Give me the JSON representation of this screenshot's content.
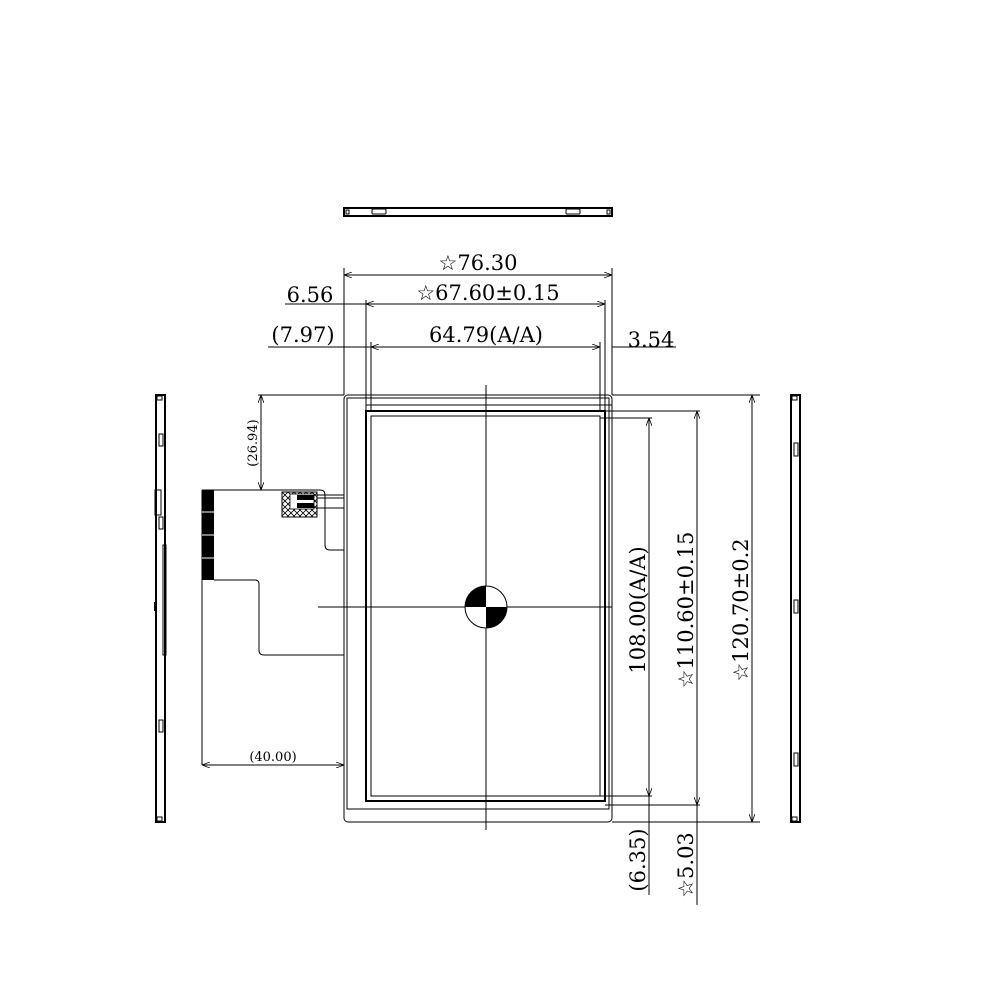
{
  "drawing": {
    "title": "LCD module outline drawing",
    "views": [
      "top-edge-view",
      "front-view",
      "left-side-view",
      "right-side-view"
    ]
  },
  "dimensions": {
    "outline_width": "☆76.30",
    "bezel_width": "☆67.60±0.15",
    "active_area_width": "64.79(A/A)",
    "left_margin_outline": "6.56",
    "left_margin_active": "(7.97)",
    "right_margin": "3.54",
    "fpc_offset_top": "(26.94)",
    "fpc_length": "(40.00)",
    "active_area_height": "108.00(A/A)",
    "bezel_height": "☆110.60±0.15",
    "outline_height": "☆120.70±0.2",
    "bottom_margin_active": "(6.35)",
    "bottom_margin_outline": "☆5.03"
  },
  "markers": {
    "center_mark": "center-of-gravity-symbol"
  },
  "colors": {
    "line": "#000000",
    "background": "#ffffff"
  }
}
